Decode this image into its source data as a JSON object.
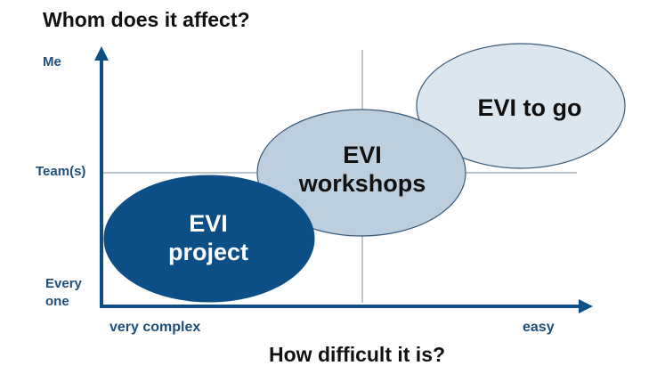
{
  "diagram": {
    "title_y": "Whom does it affect?",
    "title_x": "How difficult it is?",
    "y_axis_labels": {
      "top": "Me",
      "middle": "Team(s)",
      "bottom_line1": "Every",
      "bottom_line2": "one"
    },
    "x_axis_labels": {
      "left": "very complex",
      "right": "easy"
    },
    "bubbles": [
      {
        "line1": "EVI",
        "line2": "project",
        "fill": "#0c4f86",
        "text_color": "#ffffff"
      },
      {
        "line1": "EVI",
        "line2": "workshops",
        "fill": "#bdcfdf",
        "text_color": "#111111"
      },
      {
        "line1": "EVI to go",
        "fill": "#dce6ef",
        "text_color": "#111111"
      }
    ],
    "colors": {
      "axis": "#0c4f86",
      "grid": "#a6b3bf",
      "label": "#1f4e79",
      "ellipse_stroke": "#3a5a78"
    }
  }
}
